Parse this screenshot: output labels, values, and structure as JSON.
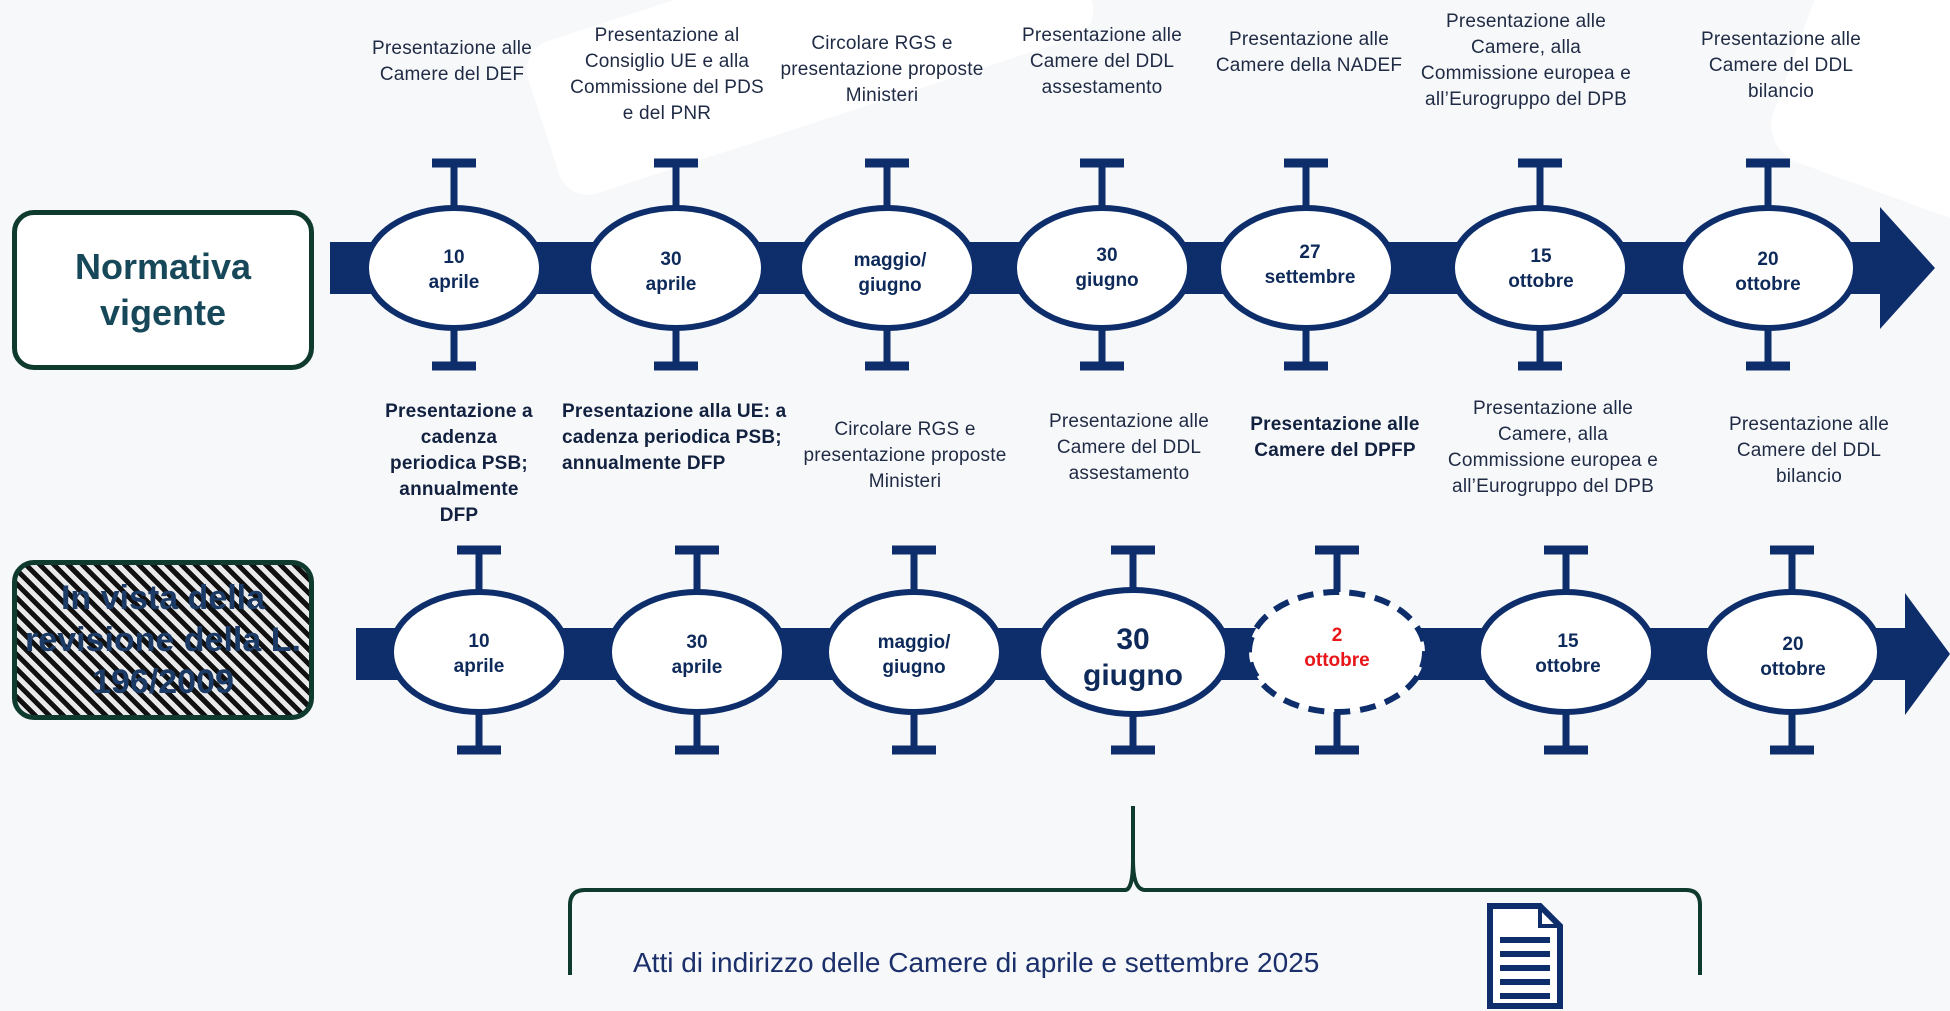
{
  "colors": {
    "navy": "#0d2d6b",
    "box_border": "#0f3a2e",
    "highlight_red": "#e8161b",
    "background": "#f7f8fa"
  },
  "rows": [
    {
      "label": "Normativa vigente",
      "hatched": false,
      "milestones": [
        {
          "date": "10\naprile",
          "desc": "Presentazione alle Camere del DEF",
          "desc_bold": false,
          "style": "normal"
        },
        {
          "date": "30\naprile",
          "desc": "Presentazione al Consiglio UE e alla Commissione del PDS e del PNR",
          "desc_bold": false,
          "style": "normal"
        },
        {
          "date": "maggio/\ngiugno",
          "desc": "Circolare RGS e presentazione proposte Ministeri",
          "desc_bold": false,
          "style": "normal"
        },
        {
          "date": "30\ngiugno",
          "desc": "Presentazione alle Camere del DDL assestamento",
          "desc_bold": false,
          "style": "normal"
        },
        {
          "date": "27\nsettembre",
          "desc": "Presentazione alle Camere della NADEF",
          "desc_bold": false,
          "style": "normal"
        },
        {
          "date": "15\nottobre",
          "desc": "Presentazione alle Camere, alla Commissione europea e all’Eurogruppo del DPB",
          "desc_bold": false,
          "style": "normal"
        },
        {
          "date": "20\nottobre",
          "desc": "Presentazione alle Camere del DDL bilancio",
          "desc_bold": false,
          "style": "normal"
        }
      ]
    },
    {
      "label": "In vista della revisione della L. 196/2009",
      "hatched": true,
      "milestones": [
        {
          "date": "10\naprile",
          "desc": "Presentazione a cadenza periodica PSB; annualmente DFP",
          "desc_bold": true,
          "style": "normal"
        },
        {
          "date": "30\naprile",
          "desc": "Presentazione alla UE: a cadenza periodica PSB; annualmente DFP",
          "desc_bold": true,
          "style": "normal"
        },
        {
          "date": "maggio/\ngiugno",
          "desc": "Circolare RGS e presentazione proposte Ministeri",
          "desc_bold": false,
          "style": "normal"
        },
        {
          "date": "30\ngiugno",
          "desc": "Presentazione alle Camere del DDL assestamento",
          "desc_bold": false,
          "style": "big"
        },
        {
          "date": "2\nottobre",
          "desc": "Presentazione alle Camere del DPFP",
          "desc_bold": true,
          "style": "dashed-red"
        },
        {
          "date": "15\nottobre",
          "desc": "Presentazione alle Camere, alla Commissione europea e all’Eurogruppo del DPB",
          "desc_bold": false,
          "style": "normal"
        },
        {
          "date": "20\nottobre",
          "desc": "Presentazione alle Camere del DDL bilancio",
          "desc_bold": false,
          "style": "normal"
        }
      ]
    }
  ],
  "brace_note": {
    "text": "Atti di indirizzo delle Camere di aprile e settembre 2025",
    "icon": "document-icon"
  }
}
